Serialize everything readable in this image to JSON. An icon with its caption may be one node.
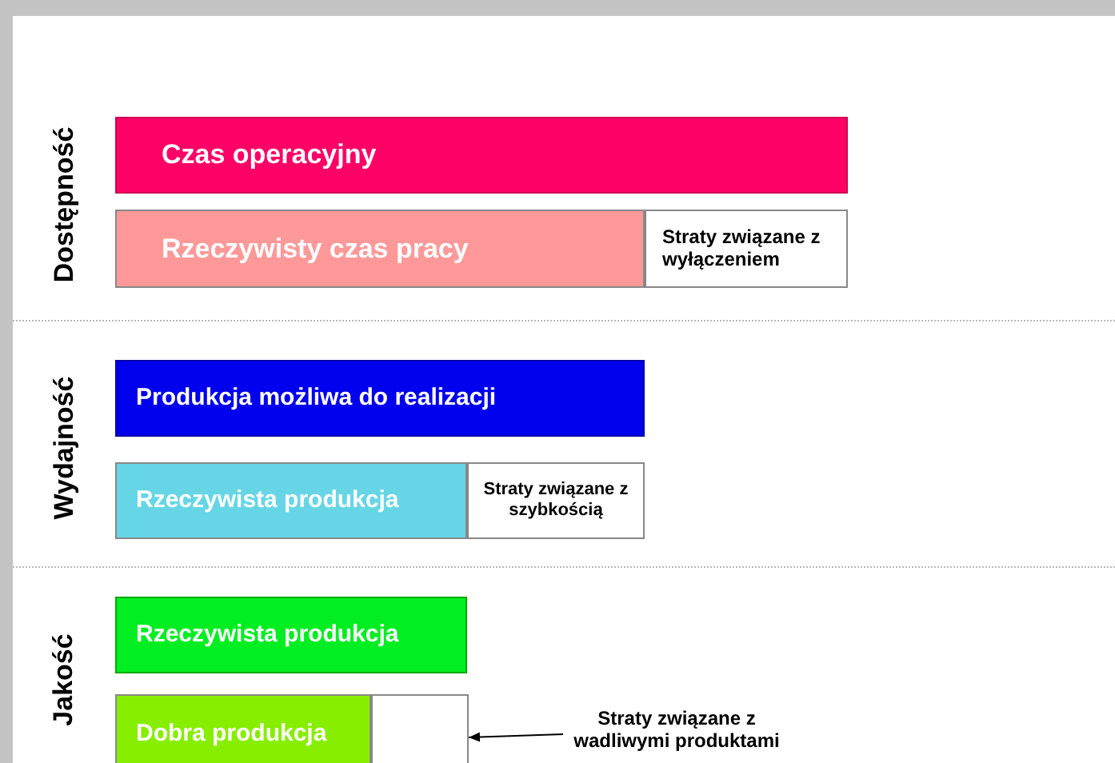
{
  "diagram": {
    "nodes": [
      {
        "text": [
          "Czas operacyjny"
        ]
      },
      {
        "text": [
          "Rzeczywisty czas pracy"
        ]
      },
      {
        "text": [
          "Straty związane z wyłączeniem"
        ]
      },
      {
        "text": [
          "Produkcja możliwa do realizacji"
        ]
      },
      {
        "text": [
          "Rzeczywista produkcja"
        ]
      },
      {
        "text": [
          "Straty związane z szybkością"
        ]
      },
      {
        "text": [
          "Rzeczywista produkcja"
        ]
      },
      {
        "text": [
          "Dobra produkcja"
        ]
      },
      {
        "text": [],
        "shape": "box"
      },
      {
        "text": [
          "Straty związane z wadliwymi produktami"
        ]
      }
    ],
    "edges": [
      {
        "from": 9,
        "to": 8,
        "arrow": "to"
      }
    ],
    "labels": [
      "Dostępność",
      "Wydajność",
      "Jakość"
    ]
  }
}
